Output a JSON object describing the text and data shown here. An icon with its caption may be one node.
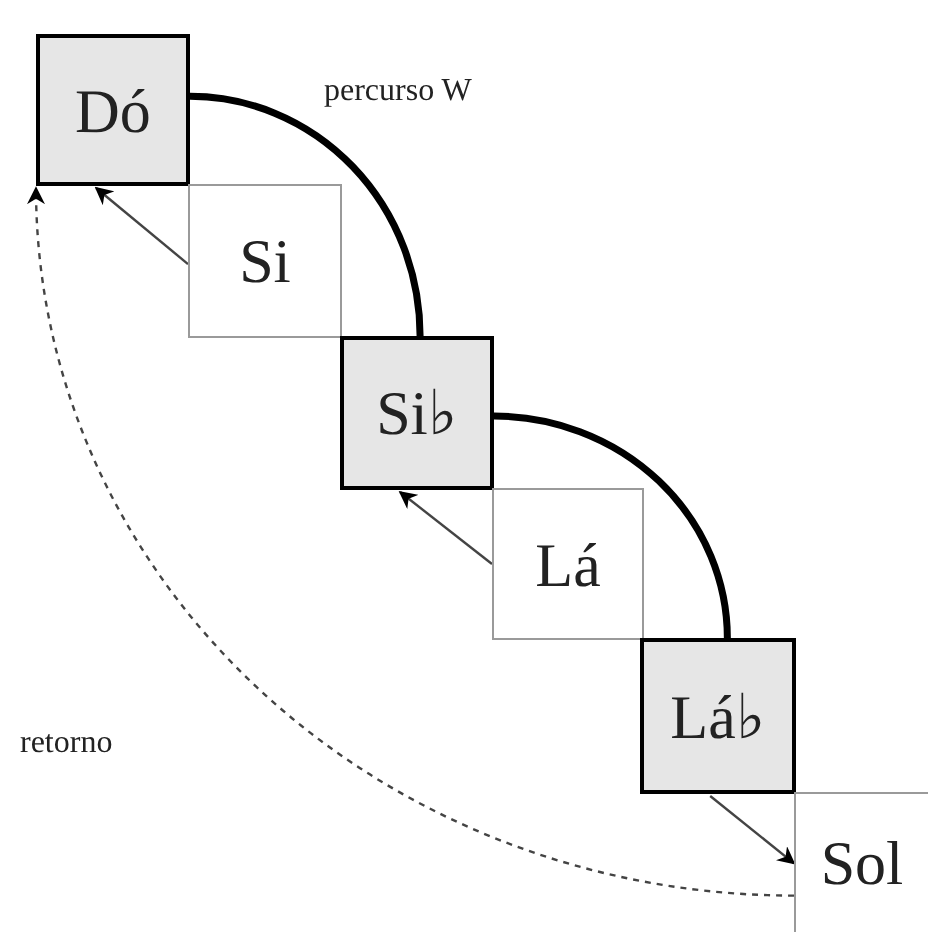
{
  "diagram": {
    "nodes": [
      {
        "text": [
          "Dó"
        ]
      },
      {
        "text": [
          "Si"
        ]
      },
      {
        "text": [
          "Si♭"
        ]
      },
      {
        "text": [
          "Lá"
        ]
      },
      {
        "text": [
          "Lá♭"
        ]
      },
      {
        "text": [
          "Sol"
        ]
      }
    ],
    "edges": [
      {
        "from": 0,
        "to": 2,
        "arrow": "none",
        "style": "thick",
        "label": "percurso W"
      },
      {
        "from": 2,
        "to": 4,
        "arrow": "none",
        "style": "thick"
      },
      {
        "from": 1,
        "to": 0,
        "arrow": "to"
      },
      {
        "from": 3,
        "to": 2,
        "arrow": "to"
      },
      {
        "from": 4,
        "to": 5,
        "arrow": "to"
      },
      {
        "from": 5,
        "to": 0,
        "arrow": "to",
        "style": "dashed",
        "label": "retorno"
      }
    ]
  }
}
